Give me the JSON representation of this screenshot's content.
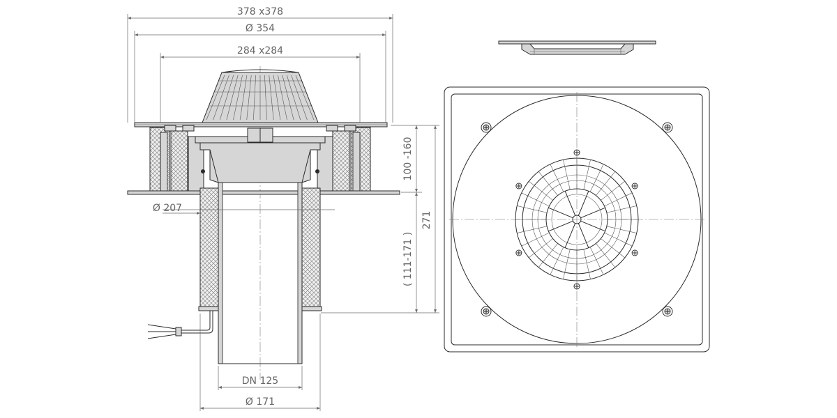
{
  "dimensions": {
    "top_square": "378 x378",
    "top_diameter": "Ø 354",
    "inner_square": "284 x284",
    "collar_diameter": "Ø 207",
    "height_range": "100 -160",
    "total_height": "271",
    "pipe_length_range": "( 111-171 )",
    "outlet_dn": "DN 125",
    "outlet_diameter": "Ø 171"
  },
  "colors": {
    "line": "#2a2a2a",
    "dimension": "#6a6a6a",
    "text": "#666666",
    "fill": "#d6d6d6"
  }
}
